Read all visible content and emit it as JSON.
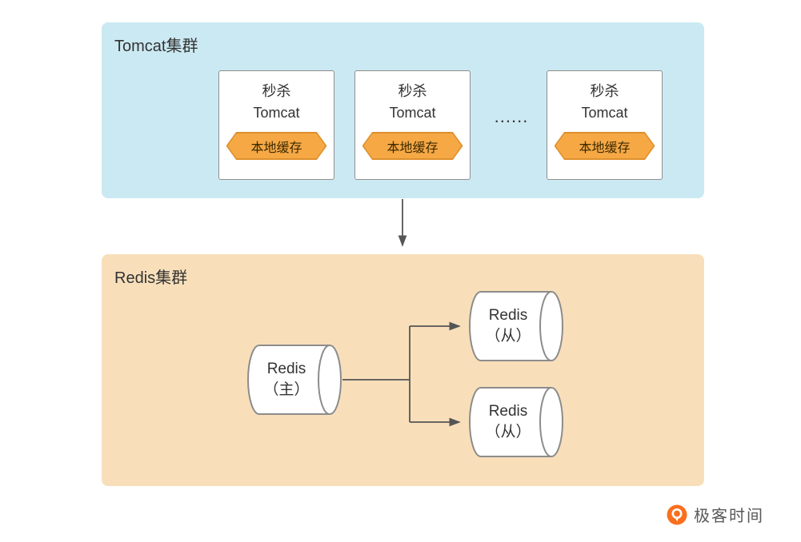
{
  "tomcat_cluster": {
    "label": "Tomcat集群",
    "ellipsis": "......",
    "nodes": [
      {
        "line1": "秒杀",
        "line2": "Tomcat",
        "badge": "本地缓存"
      },
      {
        "line1": "秒杀",
        "line2": "Tomcat",
        "badge": "本地缓存"
      },
      {
        "line1": "秒杀",
        "line2": "Tomcat",
        "badge": "本地缓存"
      }
    ]
  },
  "redis_cluster": {
    "label": "Redis集群",
    "master": {
      "line1": "Redis",
      "line2": "（主）"
    },
    "slaves": [
      {
        "line1": "Redis",
        "line2": "（从）"
      },
      {
        "line1": "Redis",
        "line2": "（从）"
      }
    ]
  },
  "footer": {
    "brand": "极客时间"
  },
  "colors": {
    "tomcat-bg": "#cbe9f2",
    "redis-bg": "#f8dfba",
    "badge-fill": "#f6a845",
    "badge-border": "#de8f2d",
    "box-border": "#8f8f8f",
    "line": "#555555",
    "text": "#333333",
    "brand-orange": "#fa6f1e"
  }
}
